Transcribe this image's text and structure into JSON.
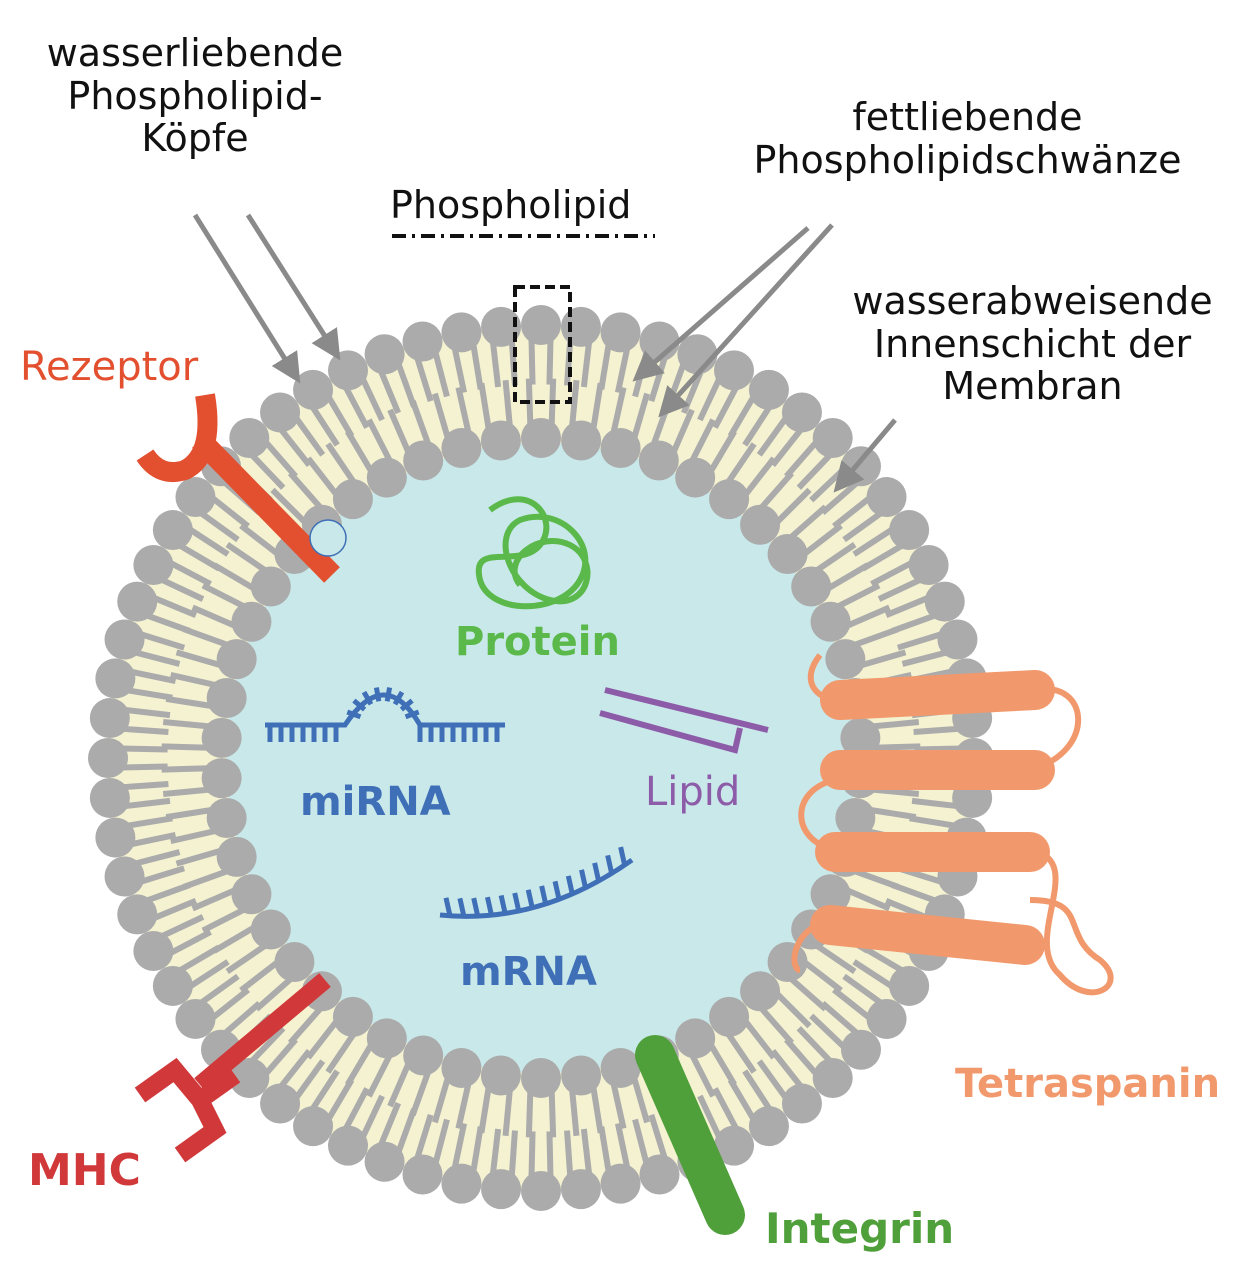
{
  "labels": {
    "heads": [
      "wasserliebende",
      "Phospholipid-",
      "Köpfe"
    ],
    "tails": [
      "fettliebende",
      "Phospholipidschwänze"
    ],
    "phospholipid": "Phospholipid",
    "inner": [
      "wasserabweisende",
      "Innenschicht der",
      "Membran"
    ],
    "rezeptor": "Rezeptor",
    "protein": "Protein",
    "mirna": "miRNA",
    "lipid": "Lipid",
    "mrna": "mRNA",
    "tetraspanin": "Tetraspanin",
    "mhc": "MHC",
    "integrin": "Integrin"
  },
  "colors": {
    "head": "#ababab",
    "band": "#f4f2d0",
    "lumen": "#c9e8ea",
    "arrow": "#8a8a8a",
    "rezeptor": "#e3502f",
    "protein": "#5ab94a",
    "rna": "#3f6fb6",
    "lipid": "#8d5ca8",
    "tetraspanin": "#f1996c",
    "mhc": "#d1383a",
    "integrin": "#4f9f3a"
  }
}
